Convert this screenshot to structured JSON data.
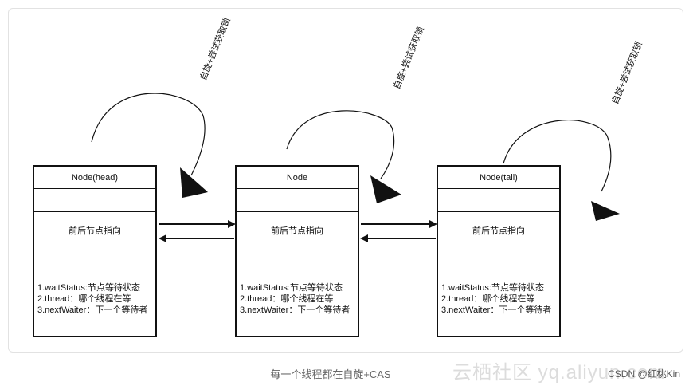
{
  "nodes": [
    {
      "title": "Node(head)",
      "pointer_label": "前后节点指向",
      "fields": [
        "1.waitStatus:节点等待状态",
        "2.thread：哪个线程在等",
        "3.nextWaiter：下一个等待者"
      ]
    },
    {
      "title": "Node",
      "pointer_label": "前后节点指向",
      "fields": [
        "1.waitStatus:节点等待状态",
        "2.thread：哪个线程在等",
        "3.nextWaiter：下一个等待者"
      ]
    },
    {
      "title": "Node(tail)",
      "pointer_label": "前后节点指向",
      "fields": [
        "1.waitStatus:节点等待状态",
        "2.thread：哪个线程在等",
        "3.nextWaiter：下一个等待者"
      ]
    }
  ],
  "spin_labels": [
    "自旋+尝试获取锁",
    "自旋+尝试获取锁",
    "自旋+尝试获取锁"
  ],
  "caption": "每一个线程都在自旋+CAS",
  "watermark": "云栖社区 yq.aliyun.com",
  "credit": "CSDN @红桃Kin"
}
